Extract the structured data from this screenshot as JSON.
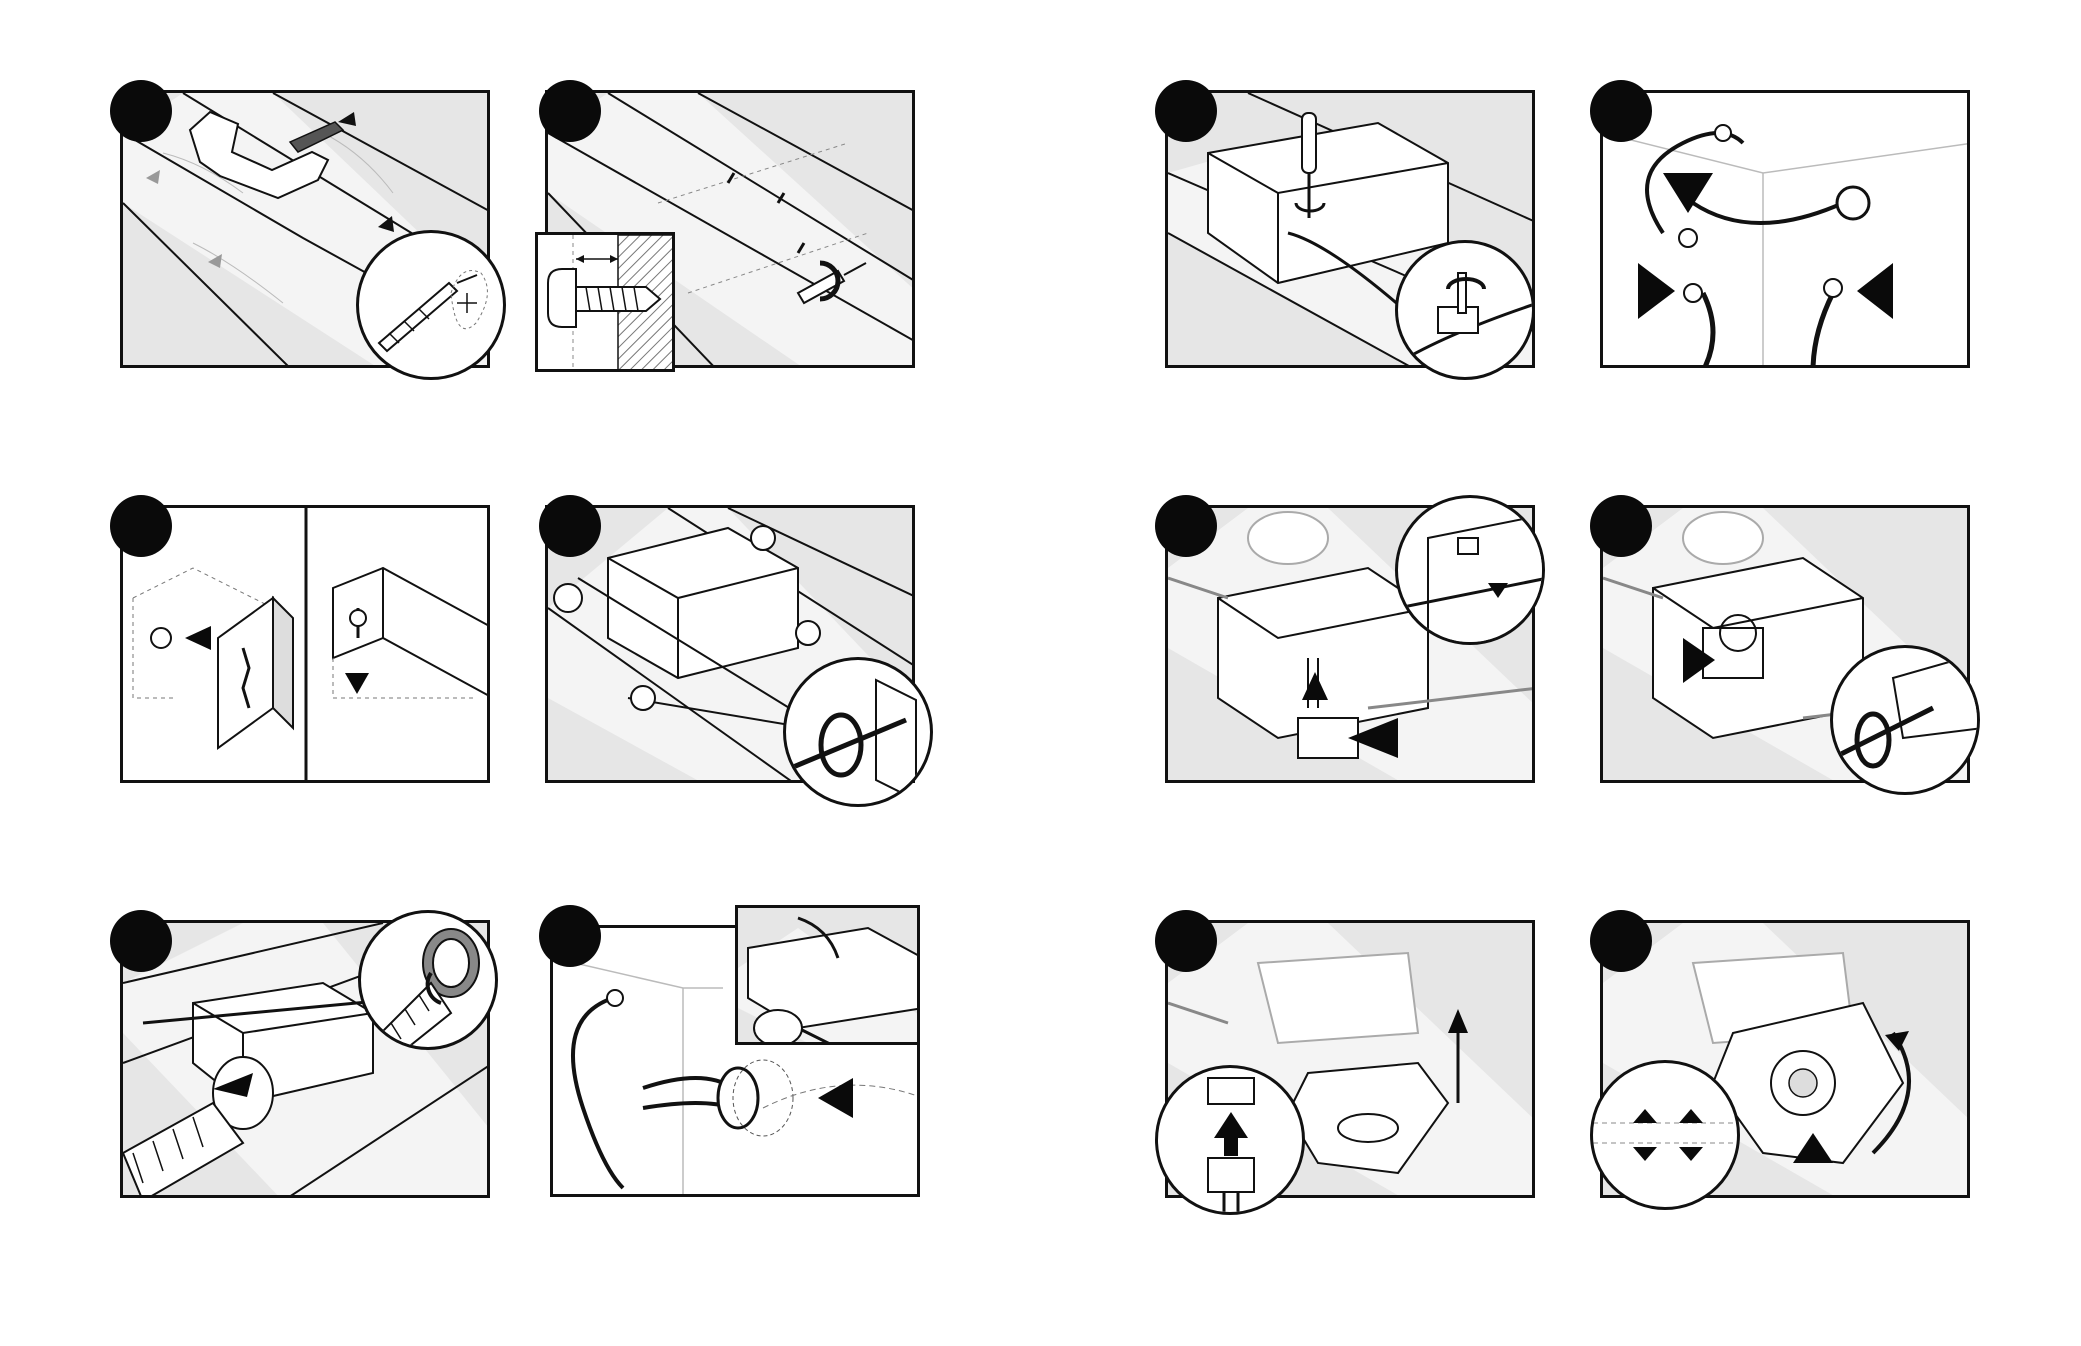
{
  "document": {
    "steps": [
      {
        "id": "step-1",
        "description": ""
      },
      {
        "id": "step-2",
        "description": ""
      },
      {
        "id": "step-3",
        "description": ""
      },
      {
        "id": "step-4",
        "description": ""
      },
      {
        "id": "step-5",
        "description": ""
      },
      {
        "id": "step-6",
        "description": ""
      },
      {
        "id": "step-7",
        "description": ""
      },
      {
        "id": "step-8",
        "description": ""
      },
      {
        "id": "step-9",
        "description": ""
      },
      {
        "id": "step-10",
        "description": ""
      },
      {
        "id": "step-11",
        "description": ""
      },
      {
        "id": "step-12",
        "description": ""
      }
    ]
  },
  "colors": {
    "line": "#111111",
    "fill_panel": "#e6e6e6",
    "fill_light": "#ffffff",
    "step_marker": "#0a0a0a",
    "hatch": "#9a9a9a"
  },
  "icons": [
    "drill-icon",
    "screw-icon",
    "screwdriver-icon",
    "bracket-icon",
    "junction-box-icon",
    "duct-icon",
    "cable-icon",
    "fan-housing-icon",
    "arrow-icon",
    "rotate-icon"
  ]
}
